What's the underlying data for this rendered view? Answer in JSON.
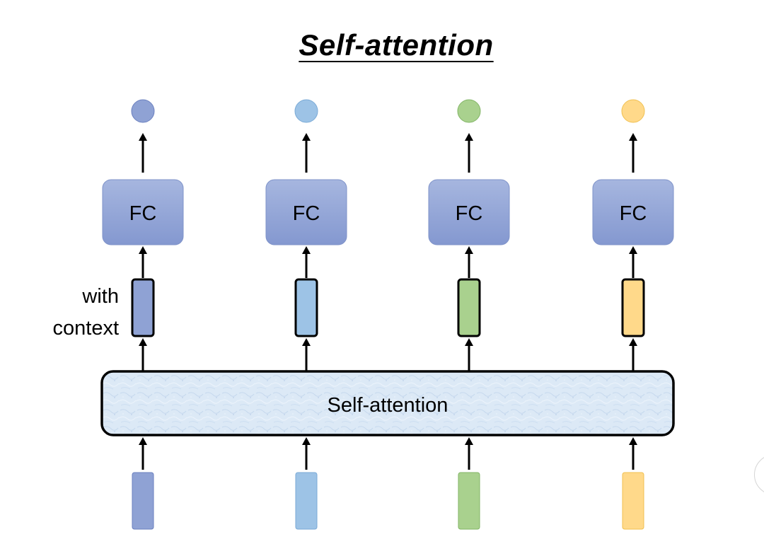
{
  "title": "Self-attention",
  "self_attention_block": {
    "label": "Self-attention"
  },
  "side_label": {
    "line1": "with",
    "line2": "context"
  },
  "columns": [
    {
      "fc_label": "FC",
      "color": "#8fa2d4",
      "border": "#6b80bf"
    },
    {
      "fc_label": "FC",
      "color": "#9dc3e6",
      "border": "#7aaad6"
    },
    {
      "fc_label": "FC",
      "color": "#a9d18e",
      "border": "#82b566"
    },
    {
      "fc_label": "FC",
      "color": "#ffd98a",
      "border": "#f0c050"
    }
  ],
  "colors": {
    "fc_box": "#8fa2d4",
    "self_attention_fill": "#deebf7",
    "arrow": "#000000"
  }
}
